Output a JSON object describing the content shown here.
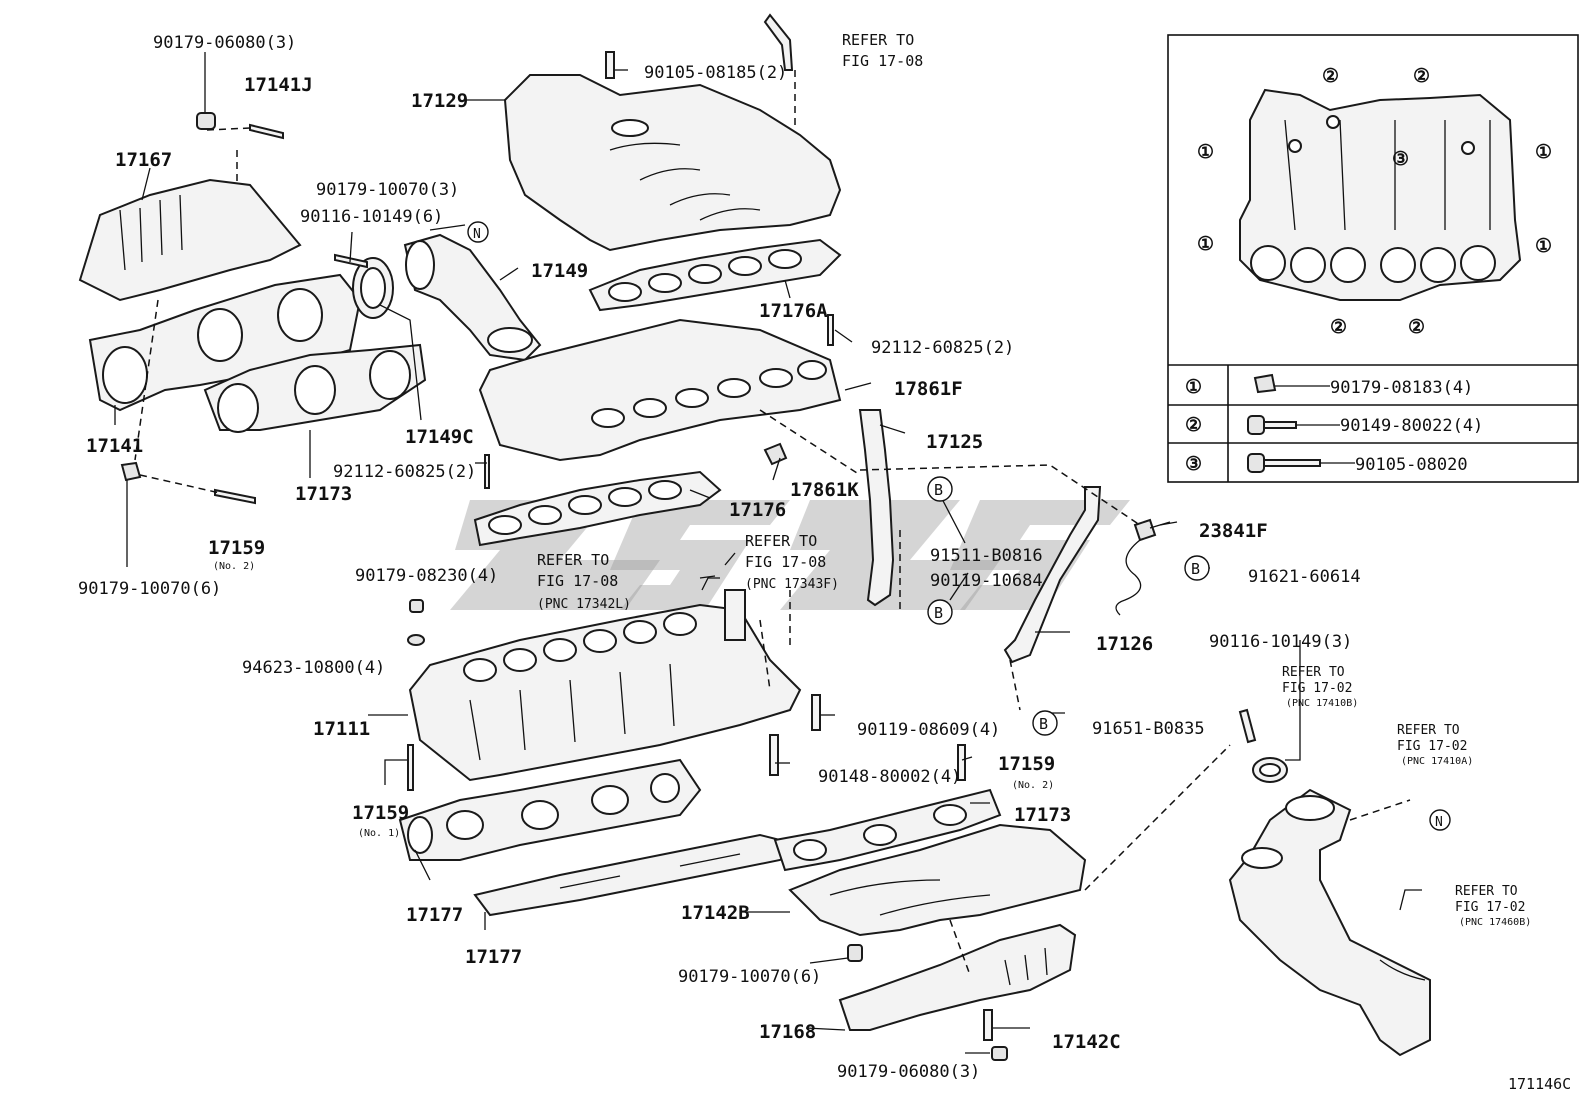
{
  "diagram_id": "171146C",
  "labels": {
    "l_90179_06080_3_top": "90179-06080(3)",
    "l_17141J": "17141J",
    "l_17167": "17167",
    "l_90179_10070_3": "90179-10070(3)",
    "l_90116_10149_6": "90116-10149(6)",
    "l_17149": "17149",
    "l_17141": "17141",
    "l_17149C": "17149C",
    "l_92112_60825_2_left": "92112-60825(2)",
    "l_17173_left": "17173",
    "l_17159_left": "17159",
    "l_no2_left": "(No. 2)",
    "l_90179_10070_6_left": "90179-10070(6)",
    "l_17129": "17129",
    "l_90105_08185_2": "90105-08185(2)",
    "l_refer_top_1": "REFER TO",
    "l_refer_top_2": "FIG 17-08",
    "l_17176A": "17176A",
    "l_92112_60825_2_right": "92112-60825(2)",
    "l_17861F": "17861F",
    "l_17125": "17125",
    "l_17861K": "17861K",
    "l_17176": "17176",
    "l_91511_B0816": "91511-B0816",
    "l_90119_10684": "90119-10684",
    "l_23841F": "23841F",
    "l_91621_60614": "91621-60614",
    "l_17126": "17126",
    "l_91651_B0835": "91651-B0835",
    "l_refer_342_1": "REFER TO",
    "l_refer_342_2": "FIG 17-08",
    "l_refer_342_3": "(PNC 17342L)",
    "l_refer_343_1": "REFER TO",
    "l_refer_343_2": "FIG 17-08",
    "l_refer_343_3": "(PNC 17343F)",
    "l_90179_08230_4": "90179-08230(4)",
    "l_94623_10800_4": "94623-10800(4)",
    "l_17111": "17111",
    "l_90119_08609_4": "90119-08609(4)",
    "l_90148_80002_4": "90148-80002(4)",
    "l_17159_mid": "17159",
    "l_no2_mid": "(No. 2)",
    "l_17173_mid": "17173",
    "l_17159_low": "17159",
    "l_no1_low": "(No. 1)",
    "l_17177_a": "17177",
    "l_17177_b": "17177",
    "l_17142B": "17142B",
    "l_90179_10070_6_bottom": "90179-10070(6)",
    "l_17168": "17168",
    "l_17142C": "17142C",
    "l_90179_06080_3_bottom": "90179-06080(3)",
    "l_90116_10149_3": "90116-10149(3)",
    "l_refer_410B_1": "REFER TO",
    "l_refer_410B_2": "FIG 17-02",
    "l_refer_410B_3": "(PNC 17410B)",
    "l_refer_410A_1": "REFER TO",
    "l_refer_410A_2": "FIG 17-02",
    "l_refer_410A_3": "(PNC 17410A)",
    "l_refer_460B_1": "REFER TO",
    "l_refer_460B_2": "FIG 17-02",
    "l_refer_460B_3": "(PNC 17460B)",
    "m_N1": "N",
    "m_N2": "N",
    "m_B1": "B",
    "m_B2": "B",
    "m_B3": "B",
    "m_B4": "B"
  },
  "inset": {
    "circled_1": "①",
    "circled_2": "②",
    "circled_3": "③",
    "table": [
      {
        "key": "①",
        "part": "90179-08183(4)"
      },
      {
        "key": "②",
        "part": "90149-80022(4)"
      },
      {
        "key": "③",
        "part": "90105-08020"
      }
    ]
  }
}
